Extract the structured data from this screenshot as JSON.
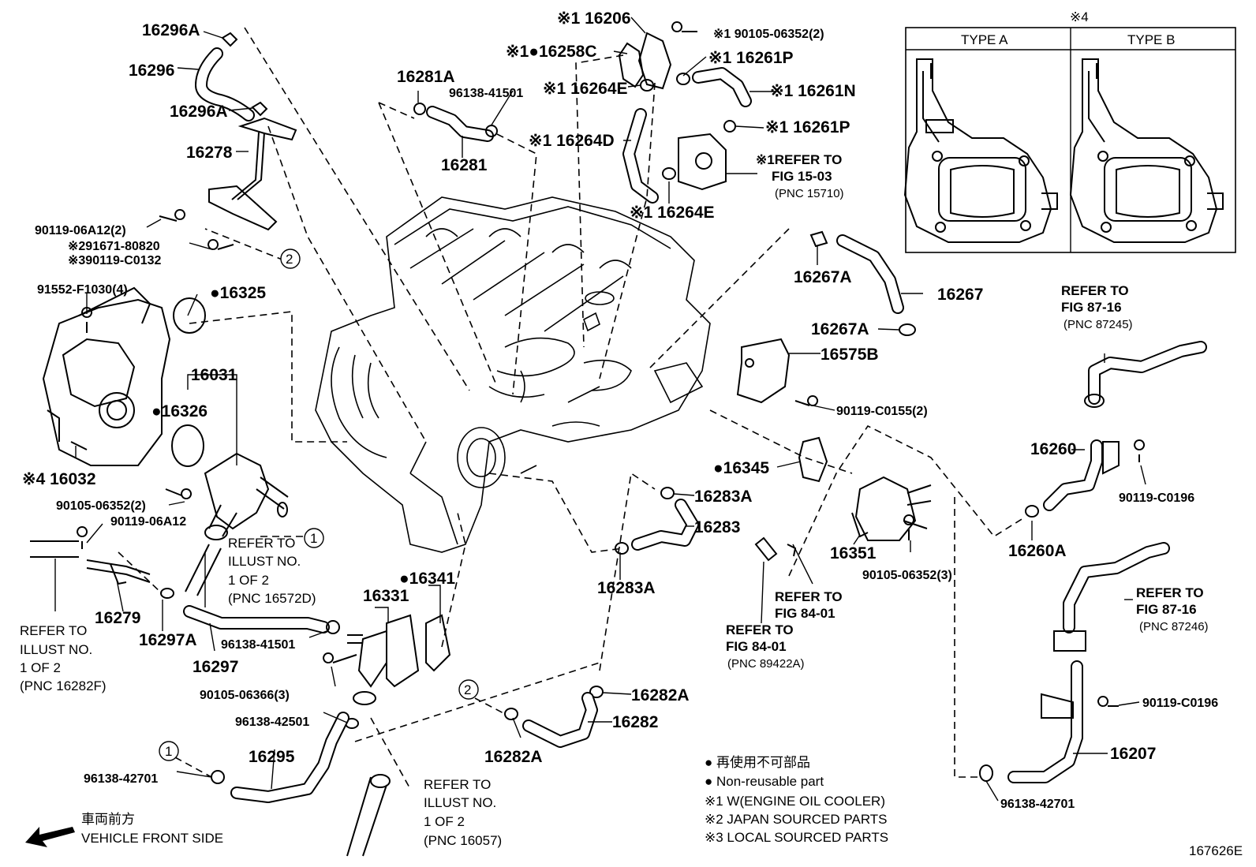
{
  "diagram_id": "167626E",
  "inset": {
    "marker": "※4",
    "type_a": "TYPE A",
    "type_b": "TYPE B"
  },
  "labels": {
    "p16296A_top": "16296A",
    "p16296": "16296",
    "p16296A_mid": "16296A",
    "p16278": "16278",
    "b90119_06A12_2": "90119-06A12(2)",
    "b291671": "※291671-80820",
    "b390119": "※390119-C0132",
    "b91552": "91552-F1030(4)",
    "g16325": "●16325",
    "p16031": "16031",
    "g16326": "●16326",
    "p16032": "※4 16032",
    "b90105_06352_2": "90105-06352(2)",
    "b90119_06A12": "90119-06A12",
    "p16279": "16279",
    "p16297A": "16297A",
    "p16297": "16297",
    "c96138_41501_low": "96138-41501",
    "b90105_06366": "90105-06366(3)",
    "c96138_42501": "96138-42501",
    "c96138_42701_left": "96138-42701",
    "p16295": "16295",
    "p16281A": "16281A",
    "c96138_41501_top": "96138-41501",
    "p16281": "16281",
    "p16206": "※1 16206",
    "g16258C": "※1●16258C",
    "p16264E_top": "※1 16264E",
    "p16264D": "※1 16264D",
    "p16264E_low": "※1 16264E",
    "b190105": "※1 90105-06352(2)",
    "p16261P_top": "※1 16261P",
    "p16261N": "※1 16261N",
    "p16261P_low": "※1 16261P",
    "p16267A_top": "16267A",
    "p16267": "16267",
    "p16267A_low": "16267A",
    "p16575B": "16575B",
    "b90119_C0155": "90119-C0155(2)",
    "g16345": "●16345",
    "p16283A_top": "16283A",
    "p16283": "16283",
    "p16283A_low": "16283A",
    "p16351": "16351",
    "b90105_06352_3": "90105-06352(3)",
    "g16341": "●16341",
    "p16331": "16331",
    "p16282A_top": "16282A",
    "p16282": "16282",
    "p16282A_low": "16282A",
    "p16260": "16260",
    "b90119_C0196_top": "90119-C0196",
    "p16260A": "16260A",
    "b90119_C0196_low": "90119-C0196",
    "p16207": "16207",
    "c96138_42701_right": "96138-42701",
    "circ1_a": "1",
    "circ1_b": "1",
    "circ2_a": "2",
    "circ2_b": "2"
  },
  "refs": {
    "oil_cooler": [
      "※1REFER TO",
      "FIG 15-03",
      "(PNC 15710)"
    ],
    "fig87_16_a": [
      "REFER TO",
      "FIG 87-16",
      "(PNC 87245)"
    ],
    "fig87_16_b": [
      "REFER TO",
      "FIG 87-16",
      "(PNC 87246)"
    ],
    "fig84_01_a": [
      "REFER TO",
      "FIG 84-01"
    ],
    "fig84_01_b": [
      "REFER TO",
      "FIG 84-01",
      "(PNC 89422A)"
    ],
    "illust_16572D": [
      "REFER TO",
      "ILLUST NO.",
      "1 OF 2",
      "(PNC 16572D)"
    ],
    "illust_16282F": [
      "REFER TO",
      "ILLUST NO.",
      "1 OF 2",
      "(PNC 16282F)"
    ],
    "illust_16057": [
      "REFER TO",
      "ILLUST NO.",
      "1 OF 2",
      "(PNC 16057)"
    ]
  },
  "legend": {
    "non_reusable_jp": "● 再使用不可部品",
    "non_reusable_en": "● Non-reusable part",
    "note1": "※1 W(ENGINE OIL COOLER)",
    "note2": "※2 JAPAN SOURCED PARTS",
    "note3": "※3 LOCAL SOURCED PARTS"
  },
  "front": {
    "jp": "車両前方",
    "en": "VEHICLE FRONT SIDE"
  }
}
